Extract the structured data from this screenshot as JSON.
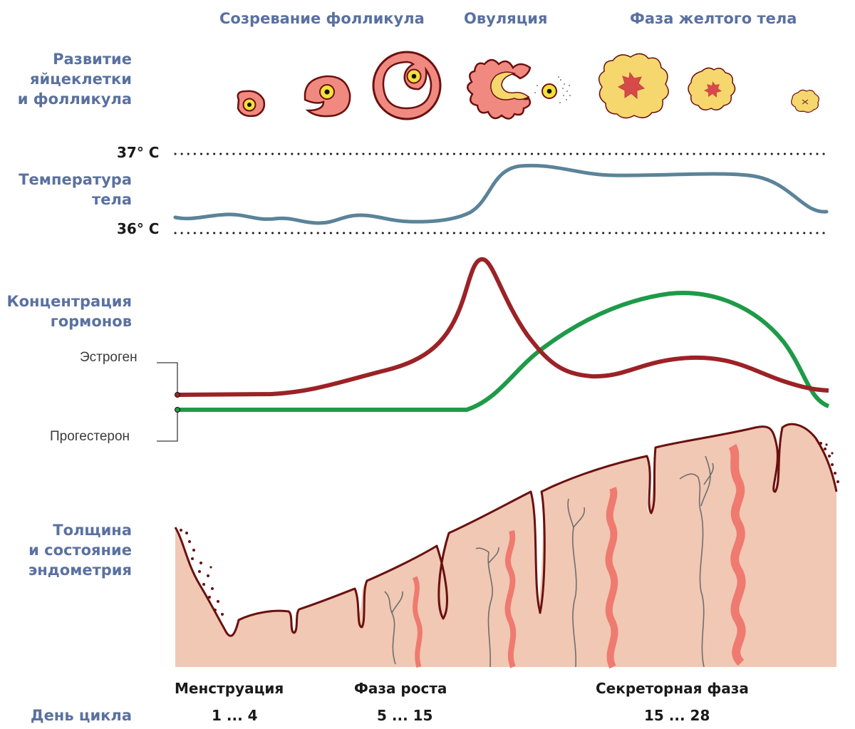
{
  "phases": {
    "follicle_maturation": "Созревание фолликула",
    "ovulation": "Овуляция",
    "corpus_luteum": "Фаза желтого тела"
  },
  "row_labels": {
    "egg_development": [
      "Развитие",
      "яйцеклетки",
      "и фолликула"
    ],
    "body_temperature": [
      "Температура",
      "тела"
    ],
    "hormone_concentration": [
      "Концентрация",
      "гормонов"
    ],
    "endometrium": [
      "Толщина",
      "и состояние",
      "эндометрия"
    ],
    "cycle_day": "День цикла"
  },
  "temperature_marks": {
    "high": "37° C",
    "low": "36° C"
  },
  "hormones": {
    "estrogen": "Эстроген",
    "progesterone": "Прогестерон"
  },
  "endometrium_phases": [
    {
      "name": "Менструация",
      "days": "1 ... 4"
    },
    {
      "name": "Фаза роста",
      "days": "5 ... 15"
    },
    {
      "name": "Секреторная фаза",
      "days": "15 ... 28"
    }
  ],
  "colors": {
    "label_blue": "#5a71a0",
    "temperature": "#5b8399",
    "estrogen": "#9b2226",
    "progesterone": "#1e9a48",
    "follicle_fill": "#f08a80",
    "follicle_stroke": "#6b1010",
    "corpus_luteum_fill": "#f5d76e",
    "endometrium_fill": "#f0c8b4",
    "endometrium_stroke": "#6b1010",
    "vessel_red": "#ef7a70"
  }
}
